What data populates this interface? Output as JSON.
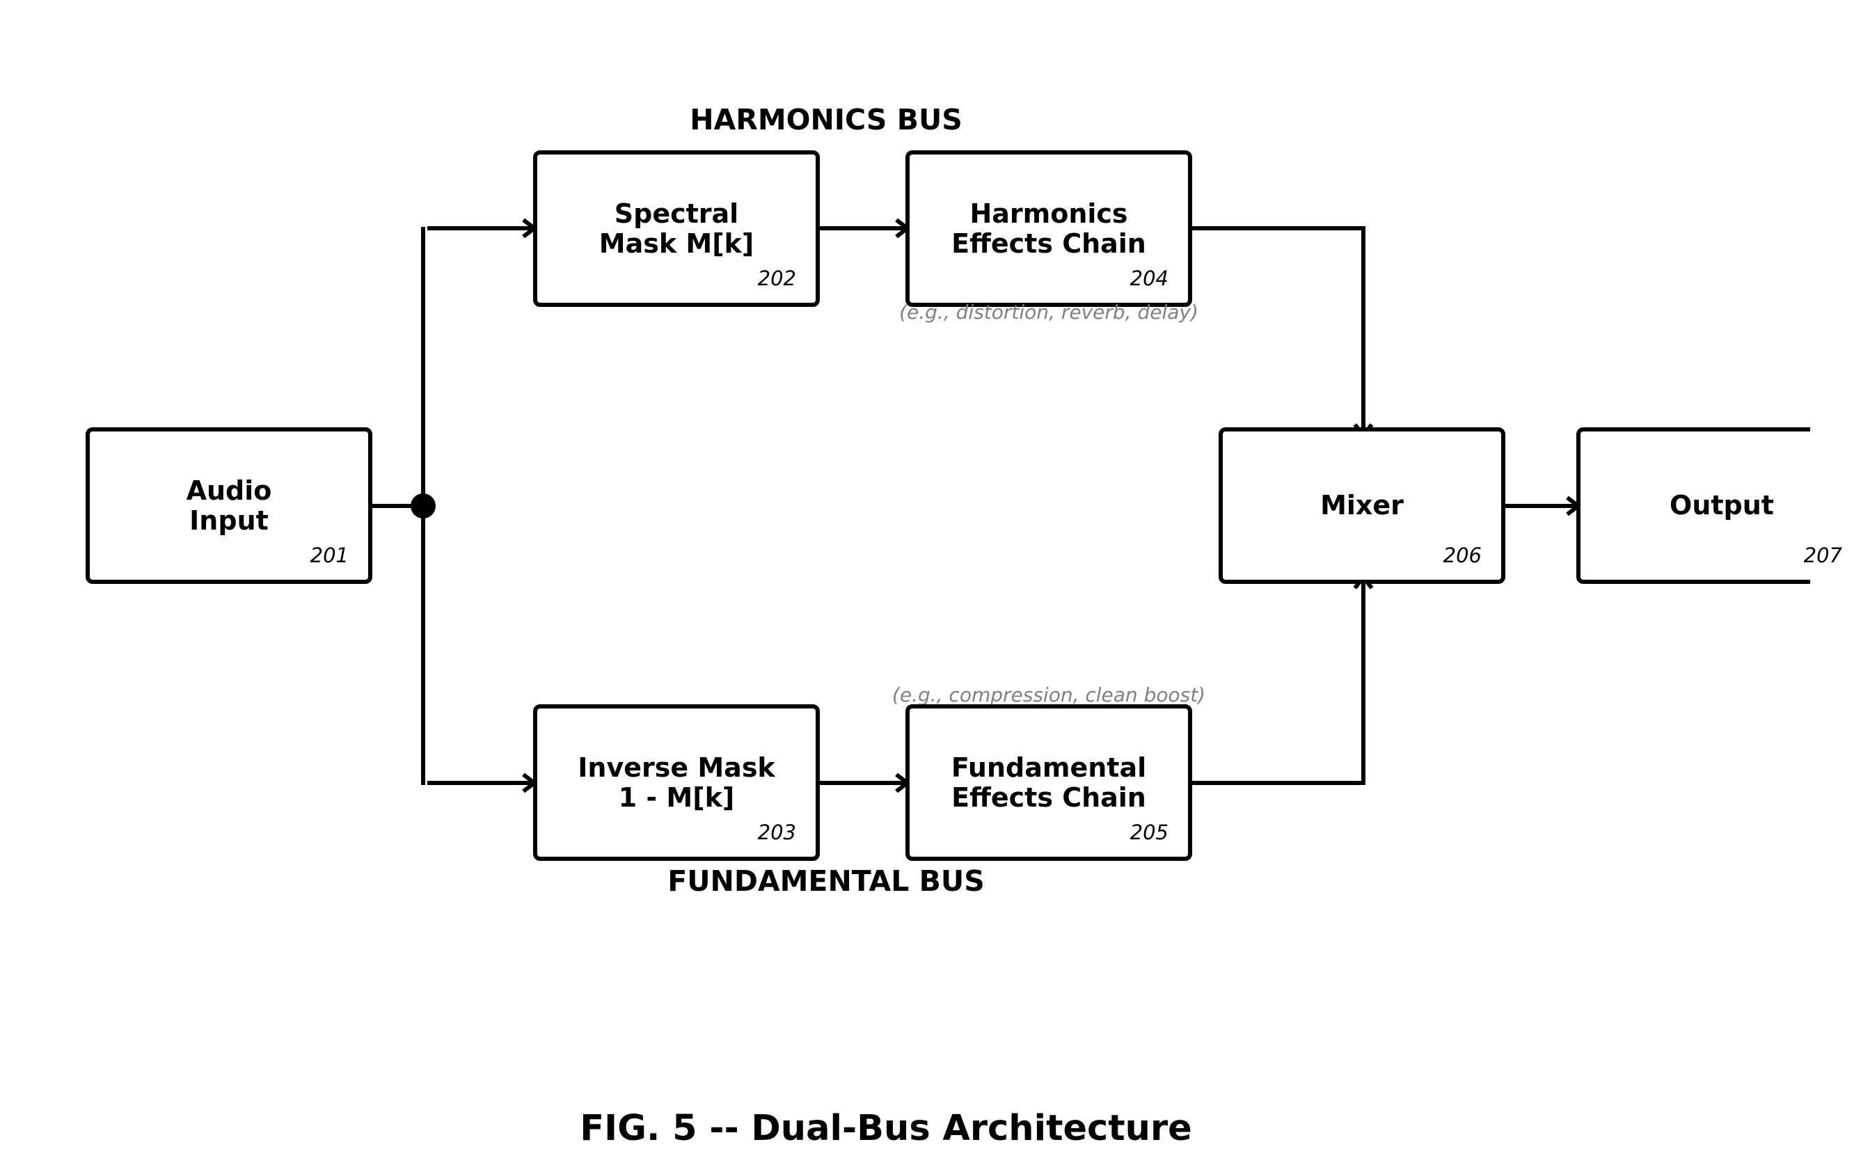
{
  "diagram": {
    "caption": "FIG. 5 -- Dual-Bus Architecture",
    "harmonics_bus_label": "HARMONICS BUS",
    "fundamental_bus_label": "FUNDAMENTAL BUS",
    "blocks": {
      "audio_input": {
        "label": "Audio\nInput",
        "ref": "201"
      },
      "spectral_mask": {
        "label": "Spectral\nMask M[k]",
        "ref": "202"
      },
      "inverse_mask": {
        "label": "Inverse Mask\n1 - M[k]",
        "ref": "203"
      },
      "harmonics_chain": {
        "label": "Harmonics\nEffects Chain",
        "ref": "204",
        "note": "(e.g., distortion, reverb, delay)"
      },
      "fundamental_chain": {
        "label": "Fundamental\nEffects Chain",
        "ref": "205",
        "note": "(e.g., compression, clean boost)"
      },
      "mixer": {
        "label": "Mixer",
        "ref": "206"
      },
      "output": {
        "label": "Output",
        "ref": "207"
      }
    },
    "colors": {
      "stroke": "#000000",
      "note": "#808080",
      "background": "#ffffff"
    }
  }
}
